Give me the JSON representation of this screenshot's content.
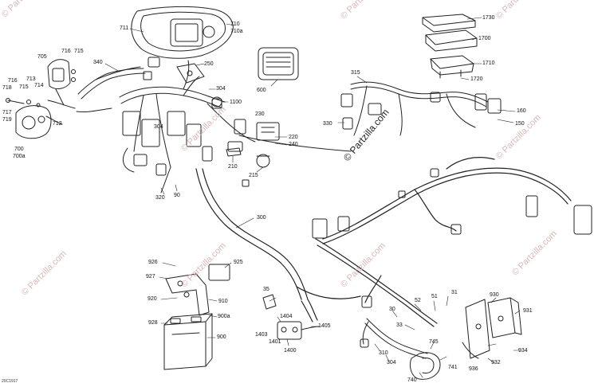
{
  "diagram": {
    "document_id": "20C1917",
    "watermark": "© Partzilla.com",
    "callouts": [
      "711",
      "710",
      "710a",
      "1730",
      "1700",
      "705",
      "716",
      "715",
      "340",
      "250",
      "600",
      "1710",
      "1720",
      "315",
      "716",
      "718",
      "715",
      "713",
      "714",
      "717",
      "719",
      "712",
      "304",
      "1100",
      "160",
      "150",
      "304",
      "230",
      "220",
      "240",
      "330",
      "700",
      "700a",
      "210",
      "215",
      "320",
      "90",
      "300",
      "926",
      "925",
      "927",
      "920",
      "910",
      "928",
      "900a",
      "900",
      "35",
      "1404",
      "1403",
      "1401",
      "1405",
      "1400",
      "30",
      "52",
      "51",
      "31",
      "930",
      "931",
      "932",
      "934",
      "936",
      "33",
      "745",
      "741",
      "740",
      "310",
      "304"
    ]
  }
}
